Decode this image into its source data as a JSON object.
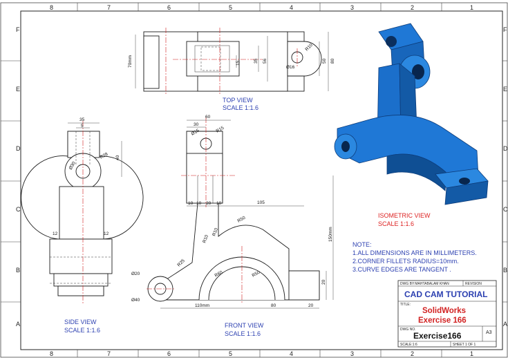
{
  "zones": {
    "columns": [
      "8",
      "7",
      "6",
      "5",
      "4",
      "3",
      "2",
      "1"
    ],
    "rows": [
      "F",
      "E",
      "D",
      "C",
      "B",
      "A"
    ]
  },
  "views": {
    "top": {
      "name": "TOP VIEW",
      "scale": "SCALE 1:1.6"
    },
    "side": {
      "name": "SIDE VIEW",
      "scale": "SCALE 1:1.6"
    },
    "front": {
      "name": "FRONT VIEW",
      "scale": "SCALE 1:1.6"
    },
    "isometric": {
      "name": "ISOMETRIC VIEW",
      "scale": "SCALE 1:1.6"
    }
  },
  "dimensions": {
    "top": [
      "70mm",
      "R10",
      "Ø16",
      "15",
      "35",
      "56",
      "50",
      "80"
    ],
    "side": [
      "35",
      "5",
      "Ø30",
      "R28",
      "40",
      "12",
      "12"
    ],
    "front": [
      "60",
      "30",
      "Ø15",
      "R15",
      "10",
      "10",
      "20",
      "10",
      "105",
      "R50",
      "R10",
      "R10",
      "150mm",
      "R25",
      "R60",
      "R50",
      "Ø20",
      "Ø40",
      "110mm",
      "80",
      "20",
      "20"
    ]
  },
  "notes": {
    "heading": "NOTE:",
    "lines": [
      "1.ALL DIMENSIONS ARE IN MILLIMETERS.",
      "2.CORNER FILLETS RADIUS=10mm.",
      "3.CURVE EDGES ARE TANGENT ."
    ]
  },
  "title_block": {
    "drawn_by": "DWG BY:MAHTABALAM KHAN",
    "revision_label": "REVISION",
    "company": "CAD CAM TUTORIAL",
    "title_label": "TITLE:",
    "title_line1": "SolidWorks",
    "title_line2": "Exercise 166",
    "dwg_no_label": "DWG NO.",
    "dwg_no": "Exercise166",
    "size": "A3",
    "scale_label": "SCALE:1:6",
    "sheet": "SHEET 1 OF 1"
  },
  "colors": {
    "accent_blue": "#2b3fb0",
    "title_red": "#d22222",
    "centerline_red": "#d01818",
    "iso_blue": "#1f78d6"
  }
}
